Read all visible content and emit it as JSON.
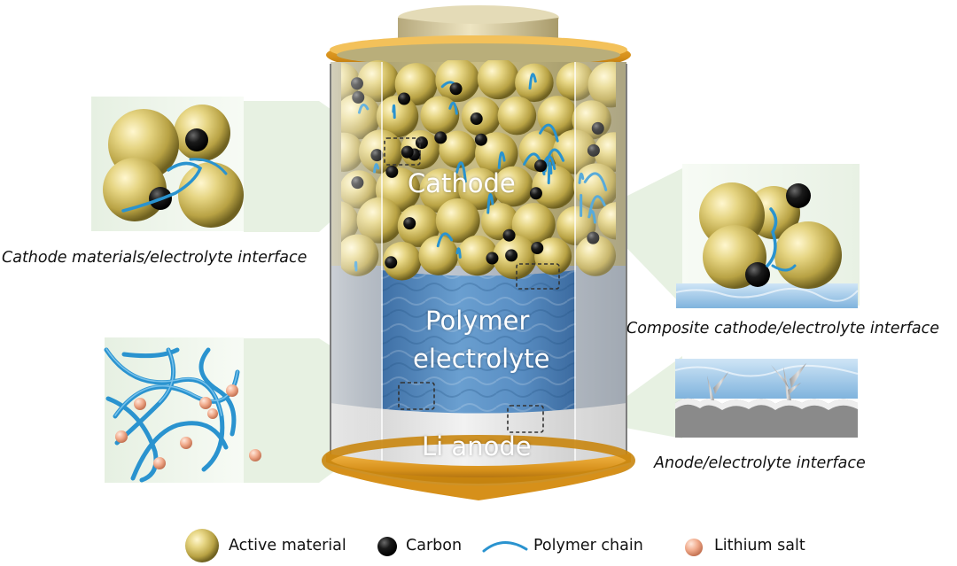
{
  "labels": {
    "cathode": "Cathode",
    "polymer_line1": "Polymer",
    "polymer_line2": "electrolyte",
    "anode": "Li anode"
  },
  "captions": {
    "cathode_interface": "Cathode materials/electrolyte interface",
    "composite_interface": "Composite cathode/electrolyte interface",
    "anode_interface": "Anode/electrolyte interface"
  },
  "legend": [
    {
      "label": "Active material",
      "icon": "gold-sphere-icon"
    },
    {
      "label": "Carbon",
      "icon": "black-sphere-icon"
    },
    {
      "label": "Polymer chain",
      "icon": "blue-curve-icon"
    },
    {
      "label": "Lithium salt",
      "icon": "peach-sphere-icon"
    }
  ],
  "colors": {
    "active_material": "#d6c46a",
    "carbon": "#111111",
    "polymer_chain": "#2a93cf",
    "lithium_salt": "#f0a98a",
    "electrolyte": "#5b8fc4",
    "cap_orange": "#d6901a",
    "anode": "#e6e6e6"
  }
}
